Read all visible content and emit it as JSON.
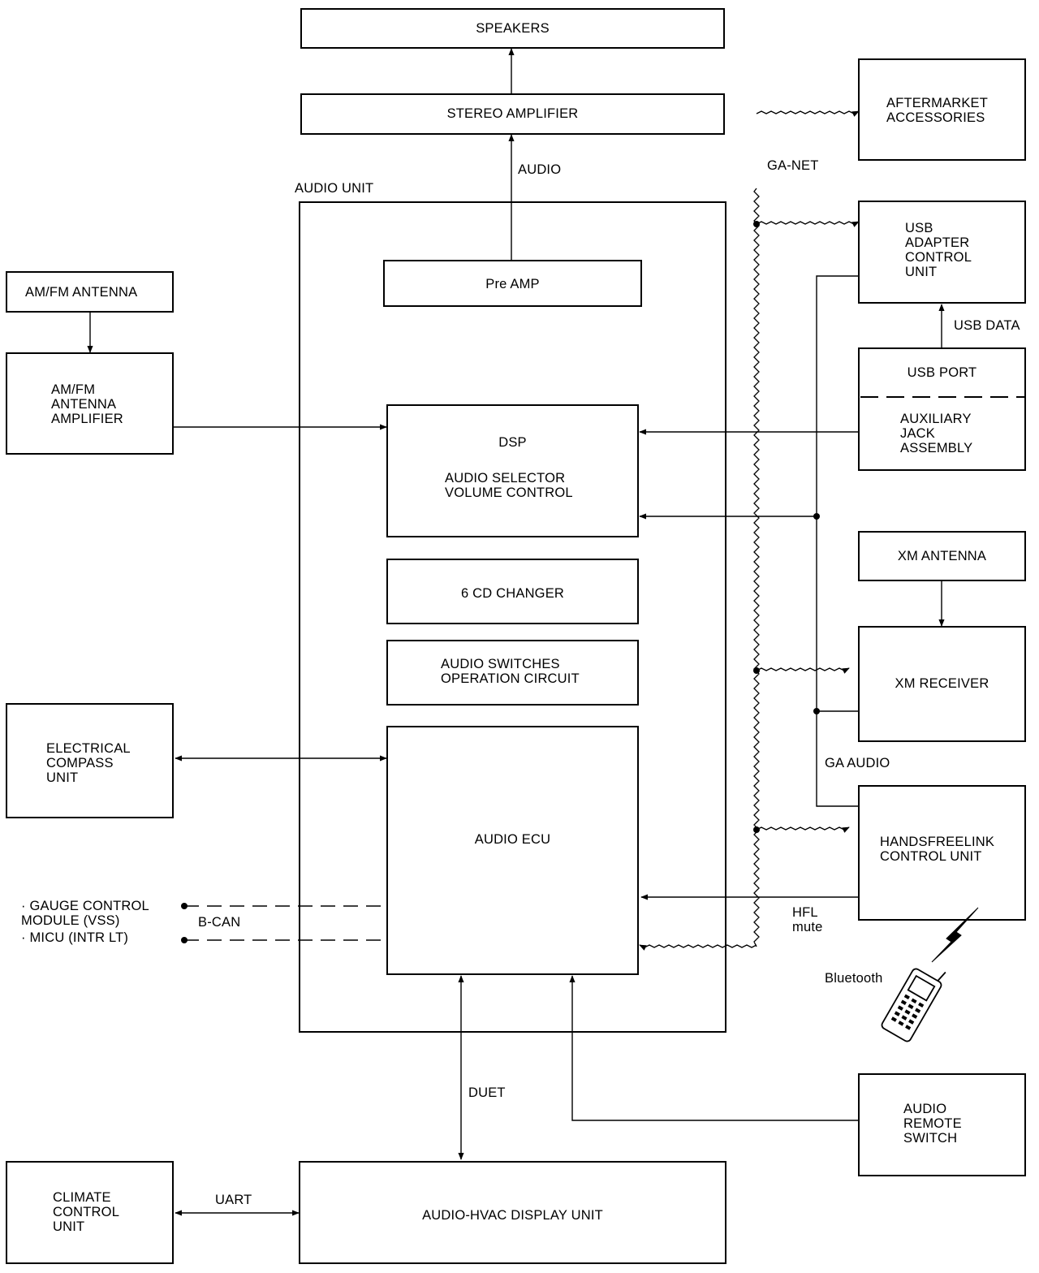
{
  "blocks": {
    "speakers": "SPEAKERS",
    "stereo_amplifier": "STEREO AMPLIFIER",
    "audio_unit": "AUDIO UNIT",
    "pre_amp": "Pre AMP",
    "dsp": "DSP",
    "audio_selector": "AUDIO SELECTOR\nVOLUME CONTROL",
    "cd_changer": "6 CD CHANGER",
    "audio_switches": "AUDIO SWITCHES\nOPERATION CIRCUIT",
    "audio_ecu": "AUDIO ECU",
    "amfm_antenna": "AM/FM ANTENNA",
    "amfm_amplifier": "AM/FM\nANTENNA\nAMPLIFIER",
    "compass": "ELECTRICAL\nCOMPASS\nUNIT",
    "climate": "CLIMATE\nCONTROL\nUNIT",
    "display_unit": "AUDIO-HVAC DISPLAY UNIT",
    "aftermarket": "AFTERMARKET\nACCESSORIES",
    "usb_adapter": "USB\nADAPTER\nCONTROL\nUNIT",
    "usb_port": "USB PORT",
    "aux_jack": "AUXILIARY\nJACK\nASSEMBLY",
    "xm_antenna": "XM ANTENNA",
    "xm_receiver": "XM RECEIVER",
    "handsfreelink": "HANDSFREELINK\nCONTROL UNIT",
    "remote_switch": "AUDIO\nREMOTE\nSWITCH"
  },
  "signals": {
    "audio": "AUDIO",
    "ga_net": "GA-NET",
    "usb_data": "USB DATA",
    "ga_audio": "GA AUDIO",
    "hfl_mute": "HFL\nmute",
    "bluetooth": "Bluetooth",
    "bcan": "B-CAN",
    "gauge": "· GAUGE CONTROL\nMODULE (VSS)",
    "micu": "· MICU (INTR LT)",
    "duet": "DUET",
    "uart": "UART"
  }
}
